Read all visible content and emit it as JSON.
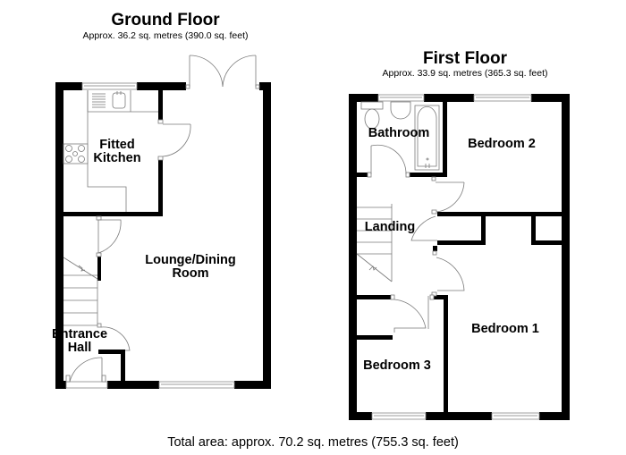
{
  "ground_floor": {
    "title": "Ground Floor",
    "area": "Approx. 36.2 sq. metres (390.0 sq. feet)",
    "rooms": {
      "kitchen_line1": "Fitted",
      "kitchen_line2": "Kitchen",
      "lounge_line1": "Lounge/Dining",
      "lounge_line2": "Room",
      "hall_line1": "Entrance",
      "hall_line2": "Hall"
    }
  },
  "first_floor": {
    "title": "First Floor",
    "area": "Approx. 33.9 sq. metres (365.3 sq. feet)",
    "rooms": {
      "bathroom": "Bathroom",
      "bedroom2": "Bedroom 2",
      "landing": "Landing",
      "bedroom1": "Bedroom 1",
      "bedroom3": "Bedroom 3"
    }
  },
  "total_area": "Total area: approx. 70.2 sq. metres (755.3 sq. feet)",
  "colors": {
    "wall": "#000000",
    "fixture_line": "#7a7a7a",
    "background": "#ffffff"
  }
}
